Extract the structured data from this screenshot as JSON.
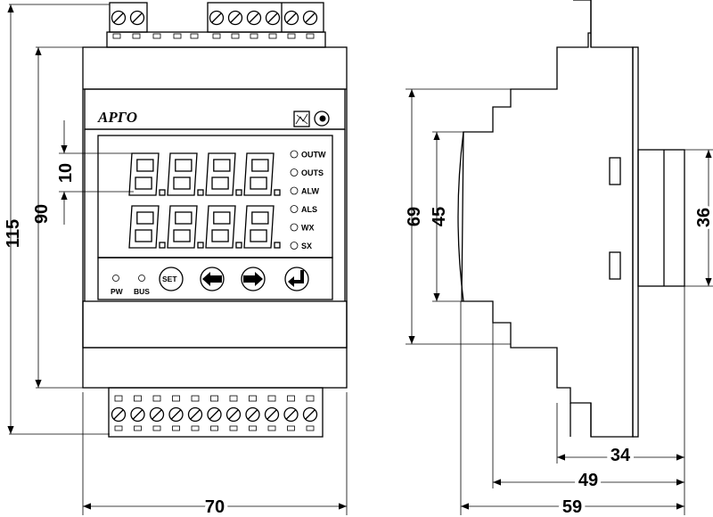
{
  "brand": "АРГО",
  "front": {
    "display_rows": 2,
    "digits_per_row": 4,
    "digit_glyph": "8.",
    "leds": [
      "OUTW",
      "OUTS",
      "ALW",
      "ALS",
      "WX",
      "SX"
    ],
    "indicators": [
      "PW",
      "BUS"
    ],
    "buttons": [
      {
        "name": "set-button",
        "label": "SET"
      },
      {
        "name": "left-button",
        "icon": "arrow-left-icon"
      },
      {
        "name": "right-button",
        "icon": "arrow-right-icon"
      },
      {
        "name": "enter-button",
        "icon": "enter-icon"
      }
    ],
    "top_terminals": 8,
    "bottom_terminals": 11
  },
  "dimensions": {
    "width": "70",
    "height_total": "115",
    "height_body": "90",
    "digit_height": "10",
    "side_69": "69",
    "side_45": "45",
    "rail_36": "36",
    "depth_34": "34",
    "depth_49": "49",
    "depth_59": "59"
  },
  "colors": {
    "line": "#000000",
    "background": "#ffffff"
  }
}
